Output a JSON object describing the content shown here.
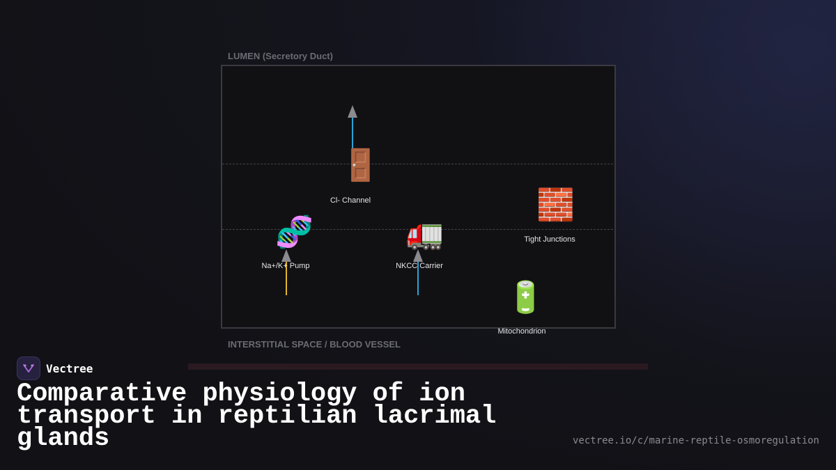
{
  "diagram": {
    "lumen_label": "LUMEN (Secretory Duct)",
    "interstitial_label": "INTERSTITIAL SPACE / BLOOD VESSEL",
    "components": {
      "cl_channel": {
        "icon": "door-icon",
        "glyph": "🚪",
        "label": "Cl- Channel"
      },
      "na_k_pump": {
        "icon": "dna-icon",
        "glyph": "🧬",
        "label": "Na+/K+ Pump"
      },
      "nkcc_carrier": {
        "icon": "truck-icon",
        "glyph": "🚛",
        "label": "NKCC Carrier"
      },
      "tight_junctions": {
        "icon": "brick-icon",
        "glyph": "🧱",
        "label": "Tight Junctions"
      },
      "mitochondrion": {
        "icon": "battery-icon",
        "glyph": "🔋",
        "label": "Mitochondrion"
      }
    },
    "colors": {
      "chloride_flux": "#2aa3d8",
      "sodium_flux": "#e2b427",
      "arrowhead": "#8a8a90"
    }
  },
  "progress": {
    "value": 0.0
  },
  "brand": {
    "name": "Vectree",
    "icon": "vectree-logo-icon"
  },
  "title": "Comparative physiology of ion transport in reptilian lacrimal glands",
  "url": "vectree.io/c/marine-reptile-osmoregulation"
}
